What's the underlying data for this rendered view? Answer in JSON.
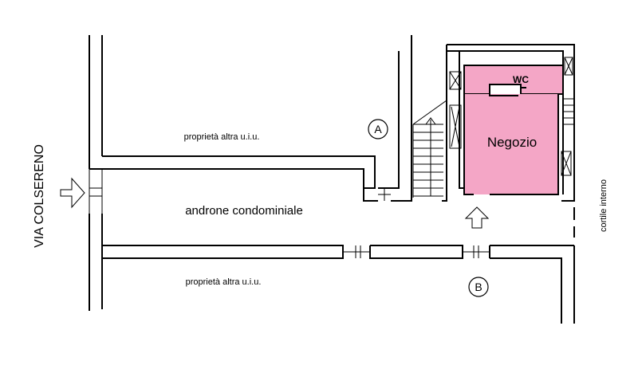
{
  "labels": {
    "street": "VIA COLSERENO",
    "courtyard": "cortile interno",
    "hall": "androne condominiale",
    "property_top": "proprietà altra u.i.u.",
    "property_bottom": "proprietà altra u.i.u.",
    "shop": "Negozio",
    "wc": "WC",
    "marker_a": "A",
    "marker_b": "B"
  },
  "colors": {
    "wall": "#000000",
    "shop_fill": "#f4a6c6",
    "hatch": "#555555",
    "background": "#ffffff"
  }
}
